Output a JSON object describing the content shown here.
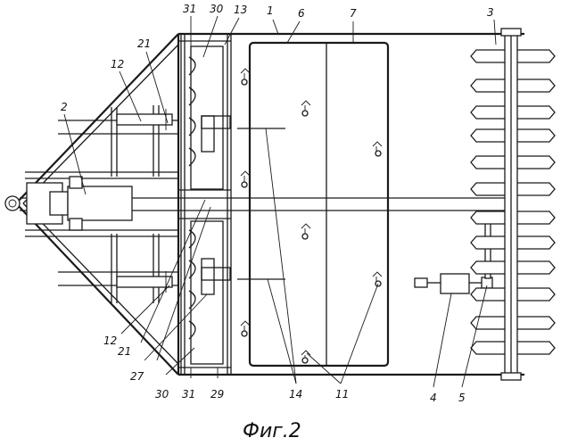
{
  "figure": {
    "caption": "Фиг.2",
    "callouts": [
      {
        "id": "c-31-top",
        "text": "31"
      },
      {
        "id": "c-30-top",
        "text": "30"
      },
      {
        "id": "c-13",
        "text": "13"
      },
      {
        "id": "c-1",
        "text": "1"
      },
      {
        "id": "c-6",
        "text": "6"
      },
      {
        "id": "c-7",
        "text": "7"
      },
      {
        "id": "c-3",
        "text": "3"
      },
      {
        "id": "c-21-top",
        "text": "21"
      },
      {
        "id": "c-12-top",
        "text": "12"
      },
      {
        "id": "c-2",
        "text": "2"
      },
      {
        "id": "c-12-bot",
        "text": "12"
      },
      {
        "id": "c-21-bot",
        "text": "21"
      },
      {
        "id": "c-27",
        "text": "27"
      },
      {
        "id": "c-30-bot",
        "text": "30"
      },
      {
        "id": "c-31-bot",
        "text": "31"
      },
      {
        "id": "c-29",
        "text": "29"
      },
      {
        "id": "c-14",
        "text": "14"
      },
      {
        "id": "c-11",
        "text": "11"
      },
      {
        "id": "c-4",
        "text": "4"
      },
      {
        "id": "c-5",
        "text": "5"
      }
    ]
  }
}
